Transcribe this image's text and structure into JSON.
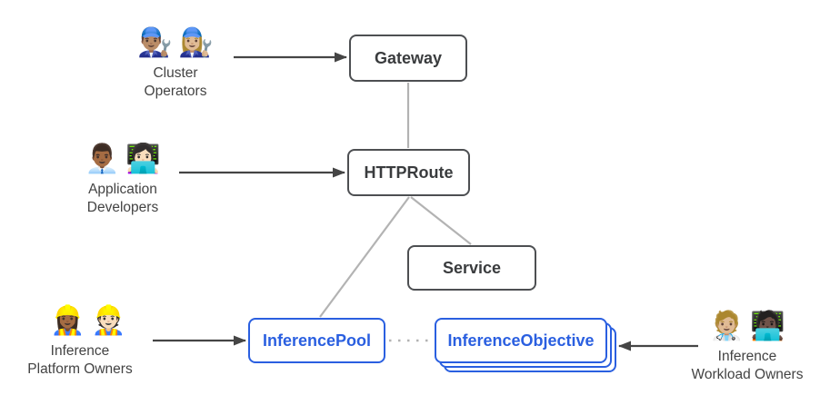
{
  "colors": {
    "node_border_gray": "#4d4f52",
    "node_text_gray": "#3a3c3e",
    "blue_accent": "#2a5fe0",
    "connector_gray": "#b3b3b3",
    "arrow_dark": "#454545"
  },
  "nodes": {
    "gateway": "Gateway",
    "httproute": "HTTPRoute",
    "service": "Service",
    "inference_pool": "InferencePool",
    "inference_objective": "InferenceObjective"
  },
  "actors": {
    "cluster_operators": {
      "emoji_1": "👨🏽‍🔧",
      "emoji_2": "👩🏼‍🔧",
      "line1": "Cluster",
      "line2": "Operators"
    },
    "application_developers": {
      "emoji_1": "👨🏾‍💼",
      "emoji_2": "👩🏻‍💻",
      "line1": "Application",
      "line2": "Developers"
    },
    "inference_platform_owners": {
      "emoji_1": "👷🏾‍♀️",
      "emoji_2": "👷🏻",
      "line1": "Inference",
      "line2": "Platform Owners"
    },
    "inference_workload_owners": {
      "emoji_1": "🧑🏼‍⚕️",
      "emoji_2": "🧑🏿‍💻",
      "line1": "Inference",
      "line2": "Workload Owners"
    }
  }
}
